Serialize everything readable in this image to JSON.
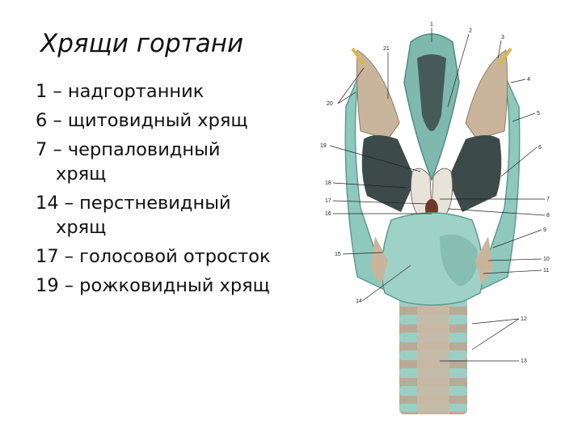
{
  "slide": {
    "title": "Хрящи гортани",
    "items": [
      {
        "text": "1 – надгортанник"
      },
      {
        "text": "6 – щитовидный хрящ"
      },
      {
        "text": "7 – черпаловидный",
        "cont": "хрящ"
      },
      {
        "text": "14 – перстневидный",
        "cont": "хрящ"
      },
      {
        "text": "17 – голосовой отросток"
      },
      {
        "text": "19 – рожковидный хрящ"
      }
    ]
  },
  "figure": {
    "labels": {
      "l1": "1",
      "l2": "2",
      "l3": "3",
      "l4": "4",
      "l5": "5",
      "l6": "6",
      "l7": "7",
      "l8": "8",
      "l9": "9",
      "l10": "10",
      "l11": "11",
      "l12": "12",
      "l13": "13",
      "l14": "14",
      "l15": "15",
      "l16": "16",
      "l17": "17",
      "l18": "18",
      "l19": "19",
      "l20": "20",
      "l21": "21"
    },
    "colors": {
      "cartilage": "#8fc9bd",
      "cartilage_dark": "#5c9c90",
      "membrane": "#c9b59c",
      "cavity": "#3c4a4a",
      "trachea_ring": "#9ccfc4",
      "trachea_gap": "#b9aa98"
    }
  }
}
